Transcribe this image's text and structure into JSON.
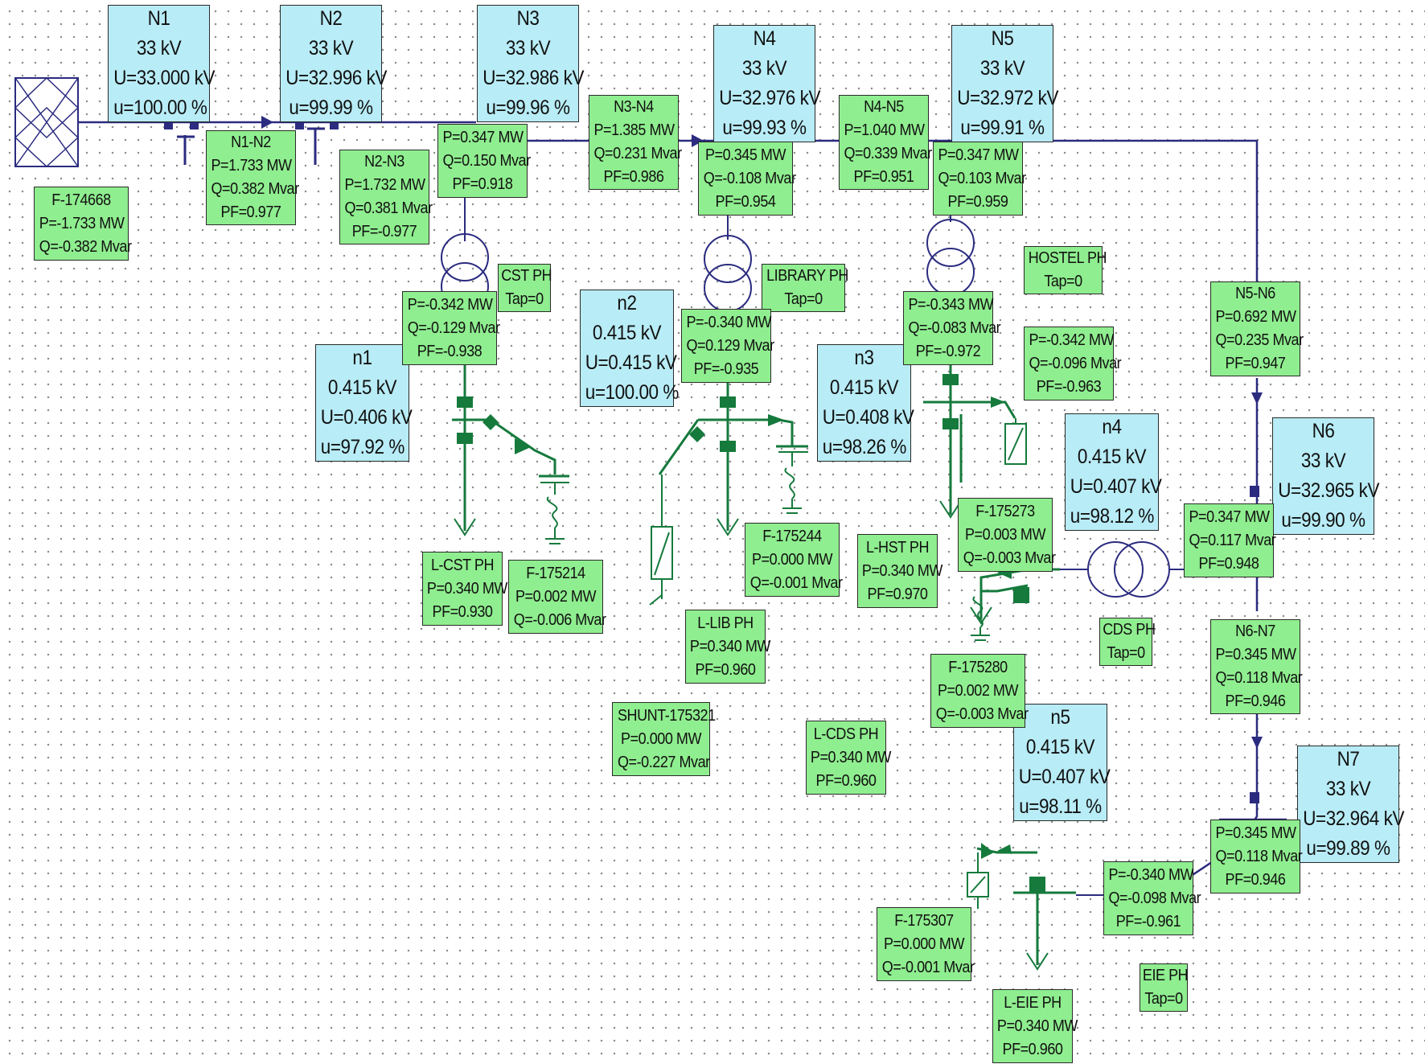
{
  "colors": {
    "bus_line": "#2b2b80",
    "low_voltage": "#157a3c",
    "node_fill": "#b8ecf6",
    "result_fill": "#8fee8f"
  },
  "icons": [
    "external-grid-icon",
    "transformer-icon",
    "breaker-icon",
    "load-arrow-icon",
    "shunt-capacitor-icon",
    "filter-icon"
  ],
  "nodes": [
    {
      "id": "N1",
      "lines": [
        "N1",
        "33 kV",
        "U=33.000 kV",
        "u=100.00 %"
      ]
    },
    {
      "id": "N2",
      "lines": [
        "N2",
        "33 kV",
        "U=32.996 kV",
        "u=99.99 %"
      ]
    },
    {
      "id": "N3",
      "lines": [
        "N3",
        "33 kV",
        "U=32.986 kV",
        "u=99.96 %"
      ]
    },
    {
      "id": "N4",
      "lines": [
        "N4",
        "33 kV",
        "U=32.976 kV",
        "u=99.93 %"
      ]
    },
    {
      "id": "N5",
      "lines": [
        "N5",
        "33 kV",
        "U=32.972 kV",
        "u=99.91 %"
      ]
    },
    {
      "id": "N6",
      "lines": [
        "N6",
        "33 kV",
        "U=32.965 kV",
        "u=99.90 %"
      ]
    },
    {
      "id": "N7",
      "lines": [
        "N7",
        "33 kV",
        "U=32.964 kV",
        "u=99.89 %"
      ]
    },
    {
      "id": "n1",
      "lines": [
        "n1",
        "0.415 kV",
        "U=0.406 kV",
        "u=97.92 %"
      ]
    },
    {
      "id": "n2",
      "lines": [
        "n2",
        "0.415 kV",
        "U=0.415 kV",
        "u=100.00 %"
      ]
    },
    {
      "id": "n3",
      "lines": [
        "n3",
        "0.415 kV",
        "U=0.408 kV",
        "u=98.26 %"
      ]
    },
    {
      "id": "n4",
      "lines": [
        "n4",
        "0.415 kV",
        "U=0.407 kV",
        "u=98.12 %"
      ]
    },
    {
      "id": "n5",
      "lines": [
        "n5",
        "0.415 kV",
        "U=0.407 kV",
        "u=98.11 %"
      ]
    }
  ],
  "results": [
    {
      "id": "F-174668",
      "lines": [
        "F-174668",
        "P=-1.733 MW",
        "Q=-0.382 Mvar"
      ]
    },
    {
      "id": "N1-N2",
      "lines": [
        "N1-N2",
        "P=1.733 MW",
        "Q=0.382 Mvar",
        "PF=0.977"
      ]
    },
    {
      "id": "N2-N3",
      "lines": [
        "N2-N3",
        "P=1.732 MW",
        "Q=0.381 Mvar",
        "PF=-0.977"
      ]
    },
    {
      "id": "N3-tx-hv",
      "lines": [
        "P=0.347 MW",
        "Q=0.150 Mvar",
        "PF=0.918"
      ]
    },
    {
      "id": "N3-N4",
      "lines": [
        "N3-N4",
        "P=1.385 MW",
        "Q=0.231 Mvar",
        "PF=0.986"
      ]
    },
    {
      "id": "N4-tx-hv",
      "lines": [
        "P=0.345 MW",
        "Q=-0.108 Mvar",
        "PF=0.954"
      ]
    },
    {
      "id": "N4-N5",
      "lines": [
        "N4-N5",
        "P=1.040 MW",
        "Q=0.339 Mvar",
        "PF=0.951"
      ]
    },
    {
      "id": "N5-tx-hv",
      "lines": [
        "P=0.347 MW",
        "Q=0.103 Mvar",
        "PF=0.959"
      ]
    },
    {
      "id": "CST-PH",
      "lines": [
        "CST PH",
        "Tap=0"
      ]
    },
    {
      "id": "LIBRARY-PH",
      "lines": [
        "LIBRARY PH",
        "Tap=0"
      ]
    },
    {
      "id": "HOSTEL-PH",
      "lines": [
        "HOSTEL PH",
        "Tap=0"
      ]
    },
    {
      "id": "CST-tx-lv",
      "lines": [
        "P=-0.342 MW",
        "Q=-0.129 Mvar",
        "PF=-0.938"
      ]
    },
    {
      "id": "LIB-tx-lv",
      "lines": [
        "P=-0.340 MW",
        "Q=0.129 Mvar",
        "PF=-0.935"
      ]
    },
    {
      "id": "HST-tx-lv",
      "lines": [
        "P=-0.343 MW",
        "Q=-0.083 Mvar",
        "PF=-0.972"
      ]
    },
    {
      "id": "CDS-tx-lv",
      "lines": [
        "P=-0.342 MW",
        "Q=-0.096 Mvar",
        "PF=-0.963"
      ]
    },
    {
      "id": "N5-N6",
      "lines": [
        "N5-N6",
        "P=0.692 MW",
        "Q=0.235 Mvar",
        "PF=0.947"
      ]
    },
    {
      "id": "N6-tx-hv",
      "lines": [
        "P=0.347 MW",
        "Q=0.117 Mvar",
        "PF=0.948"
      ]
    },
    {
      "id": "F-175273",
      "lines": [
        "F-175273",
        "P=0.003 MW",
        "Q=-0.003 Mvar"
      ]
    },
    {
      "id": "F-175244",
      "lines": [
        "F-175244",
        "P=0.000 MW",
        "Q=-0.001 Mvar"
      ]
    },
    {
      "id": "L-HST-PH",
      "lines": [
        "L-HST PH",
        "P=0.340 MW",
        "PF=0.970"
      ]
    },
    {
      "id": "L-CST-PH",
      "lines": [
        "L-CST PH",
        "P=0.340 MW",
        "PF=0.930"
      ]
    },
    {
      "id": "F-175214",
      "lines": [
        "F-175214",
        "P=0.002 MW",
        "Q=-0.006 Mvar"
      ]
    },
    {
      "id": "L-LIB-PH",
      "lines": [
        "L-LIB PH",
        "P=0.340 MW",
        "PF=0.960"
      ]
    },
    {
      "id": "CDS-PH",
      "lines": [
        "CDS PH",
        "Tap=0"
      ]
    },
    {
      "id": "N6-N7",
      "lines": [
        "N6-N7",
        "P=0.345 MW",
        "Q=0.118 Mvar",
        "PF=0.946"
      ]
    },
    {
      "id": "F-175280",
      "lines": [
        "F-175280",
        "P=0.002 MW",
        "Q=-0.003 Mvar"
      ]
    },
    {
      "id": "SHUNT-175321",
      "lines": [
        "SHUNT-175321",
        "P=0.000 MW",
        "Q=-0.227 Mvar"
      ]
    },
    {
      "id": "L-CDS-PH",
      "lines": [
        "L-CDS PH",
        "P=0.340 MW",
        "PF=0.960"
      ]
    },
    {
      "id": "N7-tx-hv",
      "lines": [
        "P=0.345 MW",
        "Q=0.118 Mvar",
        "PF=0.946"
      ]
    },
    {
      "id": "EIE-tx-lv",
      "lines": [
        "P=-0.340 MW",
        "Q=-0.098 Mvar",
        "PF=-0.961"
      ]
    },
    {
      "id": "F-175307",
      "lines": [
        "F-175307",
        "P=0.000 MW",
        "Q=-0.001 Mvar"
      ]
    },
    {
      "id": "EIE-PH",
      "lines": [
        "EIE PH",
        "Tap=0"
      ]
    },
    {
      "id": "L-EIE-PH",
      "lines": [
        "L-EIE PH",
        "P=0.340 MW",
        "PF=0.960"
      ]
    }
  ]
}
